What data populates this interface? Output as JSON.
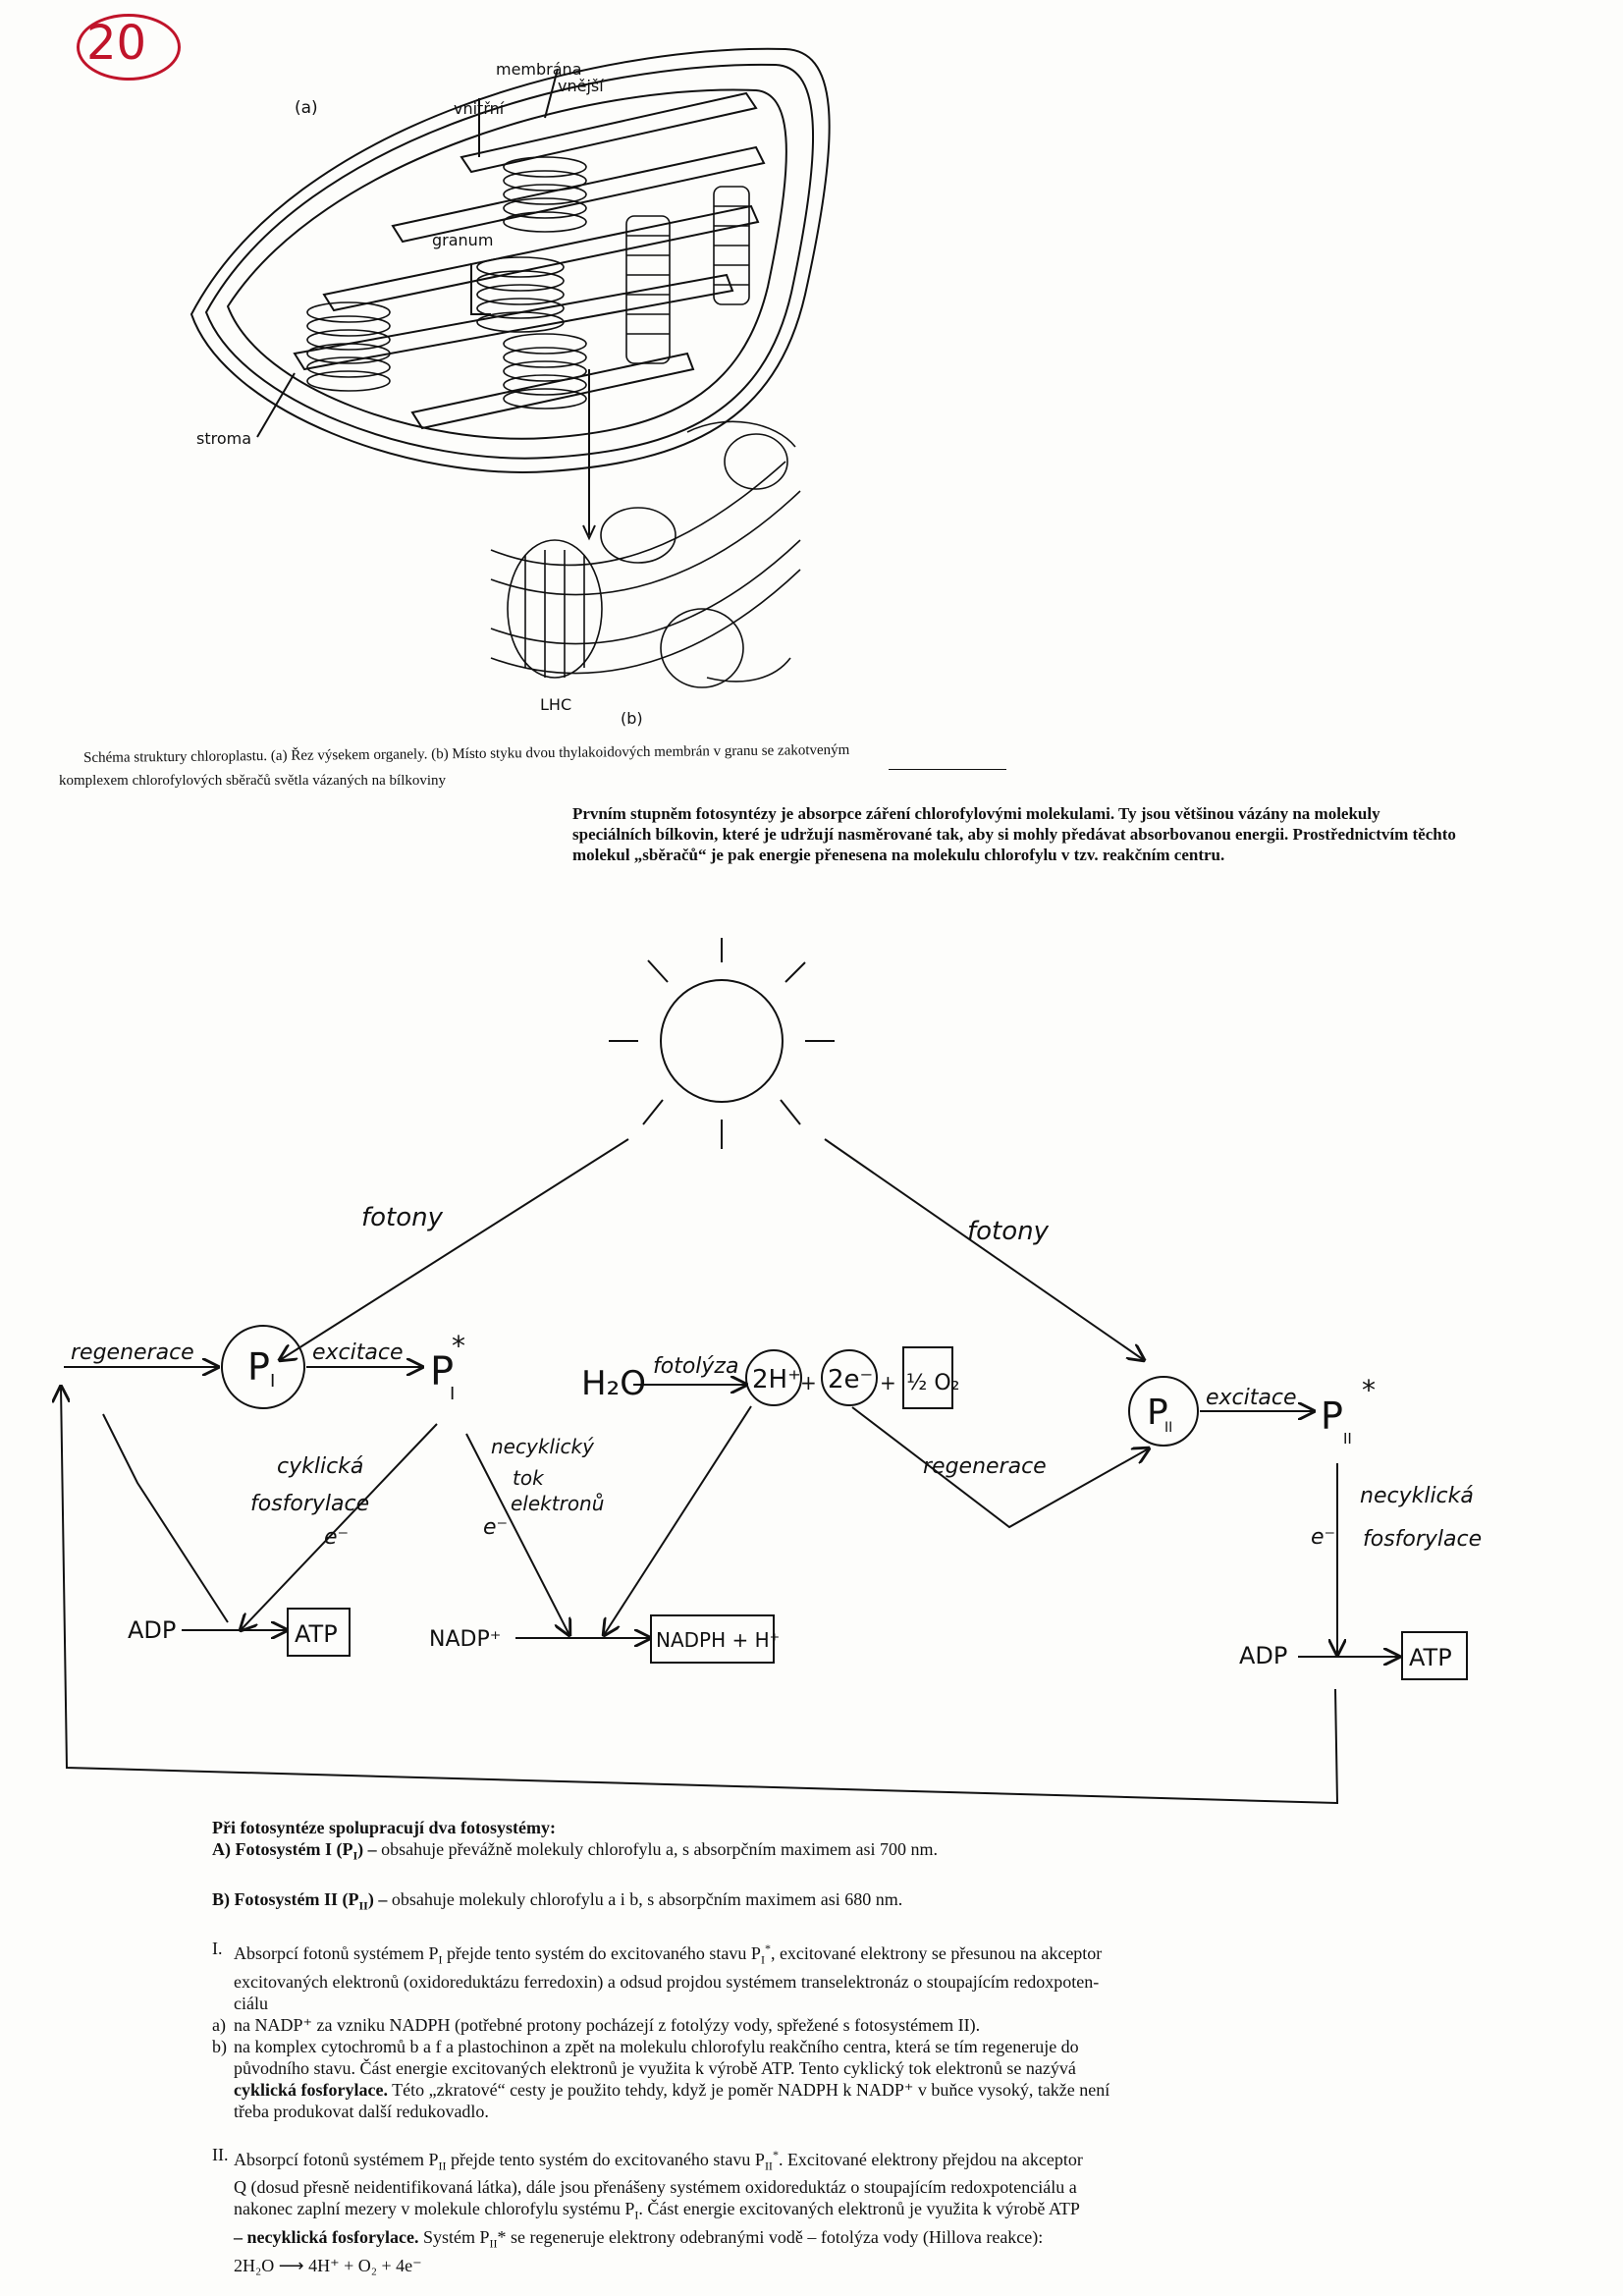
{
  "page_number": "20",
  "figure": {
    "label_a": "(a)",
    "label_b": "(b)",
    "membrane_outer_1": "membrána",
    "membrane_outer_2": "vnější",
    "membrane_inner": "vnitřní",
    "granum": "granum",
    "stroma": "stroma",
    "lhc": "LHC",
    "caption_line1": "Schéma struktury chloroplastu. (a) Řez výsekem organely. (b) Místo styku dvou thylakoidových membrán v granu se zakotveným",
    "caption_line2": "komplexem chlorofylových sběračů světla vázaných na bílkoviny"
  },
  "intro": {
    "line1": "Prvním stupněm fotosyntézy je absorpce záření chlorofylovými molekulami. Ty jsou většinou vázány na molekuly",
    "line2": "speciálních bílkovin, které je udržují nasměrované tak, aby si mohly předávat absorbovanou energii. Prostřednictvím těchto",
    "line3": "molekul „sběračů“ je pak energie přenesena na molekulu chlorofylu v tzv. reakčním centru."
  },
  "diagram": {
    "fotony_left": "fotony",
    "fotony_right": "fotony",
    "regenerace_left": "regenerace",
    "p1": "P",
    "p1_sub": "I",
    "excitace_left": "excitace",
    "p1_star": "P",
    "p1_star_sub": "I",
    "star": "*",
    "h2o": "H₂O",
    "fotolyza": "fotolýza",
    "h_ions": "2H⁺",
    "electrons": "2e⁻",
    "oxygen": "½ O₂",
    "plus": "+",
    "p2": "P",
    "p2_sub": "II",
    "excitace_right": "excitace",
    "p2_star": "P",
    "p2_star_sub": "II",
    "cyclic_1": "cyklická",
    "cyclic_2": "fosforylace",
    "e_minus": "e⁻",
    "noncyclic_flow_1": "necyklický",
    "noncyclic_flow_2": "tok",
    "noncyclic_flow_3": "elektronů",
    "regenerace_right": "regenerace",
    "noncyclic_phos_1": "necyklická",
    "noncyclic_phos_2": "fosforylace",
    "adp_left": "ADP",
    "atp_left": "ATP",
    "nadp": "NADP⁺",
    "nadph": "NADPH + H⁺",
    "adp_right": "ADP",
    "atp_right": "ATP"
  },
  "text": {
    "heading": "Při fotosyntéze spolupracují dva fotosystémy:",
    "a_label": "A) Fotosystém I (P",
    "a_sub": "I",
    "a_label_end": ") –",
    "a_rest": " obsahuje převážně molekuly chlorofylu a, s absorpčním maximem asi 700 nm.",
    "b_label": "B) Fotosystém II (P",
    "b_sub": "II",
    "b_label_end": ") –",
    "b_rest": " obsahuje molekuly chlorofylu a i b, s absorpčním maximem asi 680 nm.",
    "i_num": "I.",
    "i_l1": "Absorpcí fotonů systémem P",
    "i_l1_sub": "I",
    "i_l1b": " přejde tento systém do excitovaného stavu P",
    "i_l1_sub2": "I",
    "i_l1_sup": "*",
    "i_l1c": ", excitované elektrony se přesunou na akceptor",
    "i_l2": "excitovaných elektronů (oxidoreduktázu ferredoxin) a odsud projdou systémem transelektronáz o stoupajícím redoxpoten-",
    "i_l3": "ciálu",
    "ia_num": "a)",
    "ia_l1": "na NADP⁺ za vzniku NADPH (potřebné protony pocházejí z fotolýzy vody, spřežené s fotosystémem II).",
    "ib_num": "b)",
    "ib_l1": "na komplex cytochromů b a f a plastochinon a zpět na molekulu chlorofylu reakčního centra, která se tím regeneruje do",
    "ib_l2": "původního stavu. Část energie excitovaných elektronů je využita k výrobě ATP. Tento cyklický tok elektronů se nazývá",
    "ib_l3a": "cyklická fosforylace.",
    "ib_l3b": " Této „zkratové“ cesty je použito tehdy, když je poměr NADPH k NADP⁺ v buňce vysoký, takže není",
    "ib_l4": "třeba produkovat další redukovadlo.",
    "ii_num": "II.",
    "ii_l1a": "Absorpcí fotonů systémem P",
    "ii_l1_sub": "II",
    "ii_l1b": " přejde tento systém do excitovaného stavu P",
    "ii_l1_sub2": "II",
    "ii_l1_sup": "*",
    "ii_l1c": ". Excitované elektrony přejdou na akceptor",
    "ii_l2": "Q (dosud přesně neidentifikovaná látka), dále jsou přenášeny systémem oxidoreduktáz o stoupajícím redoxpotenciálu a",
    "ii_l3a": "nakonec zaplní mezery v molekule chlorofylu systému P",
    "ii_l3_sub": "I",
    "ii_l3b": ". Část energie excitovaných elektronů je využita k výrobě ATP",
    "ii_l4a": "– necyklická fosforylace.",
    "ii_l4b": " Systém P",
    "ii_l4_sub": "II",
    "ii_l4c": "* se regeneruje elektrony odebranými vodě – fotolýza vody (Hillova reakce):",
    "equation": "2H₂O ⟶ 4H⁺ + O₂ + 4e⁻"
  }
}
